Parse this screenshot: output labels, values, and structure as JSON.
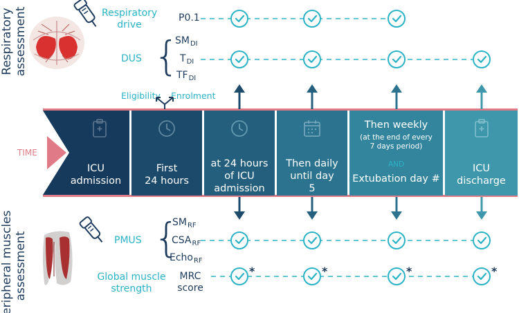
{
  "side_titles": {
    "respiratory": [
      "Respiratory",
      "assessment"
    ],
    "peripheral": [
      "Peripheral muscles",
      "assessment"
    ]
  },
  "time_label": "TIME",
  "eligibility_label": "Eligibility",
  "enrolment_label": "Enrolment",
  "respiratory": {
    "drive_label": [
      "Respiratory",
      "drive"
    ],
    "drive_param": "P0.1",
    "dus_label": "DUS",
    "dus_params": [
      {
        "main": "SM",
        "sub": "DI"
      },
      {
        "main": "T",
        "sub": "DI"
      },
      {
        "main": "TF",
        "sub": "DI"
      }
    ]
  },
  "peripheral": {
    "pmus_label": "PMUS",
    "pmus_params": [
      {
        "main": "SM",
        "sub": "RF"
      },
      {
        "main": "CSA",
        "sub": "RF"
      },
      {
        "main": "Echo",
        "sub": "RF"
      }
    ],
    "strength_label": [
      "Global muscle",
      "strength"
    ],
    "strength_param": [
      "MRC",
      "score"
    ]
  },
  "timeline": [
    {
      "lines": [
        "ICU",
        "admission"
      ],
      "icon": "clipboard-icon"
    },
    {
      "lines": [
        "First",
        "24 hours"
      ],
      "icon": "clock-icon"
    },
    {
      "lines": [
        "at 24 hours",
        "of ICU",
        "admission"
      ],
      "icon": "clock-icon"
    },
    {
      "lines": [
        "Then daily",
        "until day",
        "5"
      ],
      "icon": "calendar-icon"
    },
    {
      "lines": [
        "Then weekly"
      ],
      "small": [
        "(at the end of every",
        "7 days period)"
      ],
      "and": "AND",
      "extra": "Extubation day #",
      "icon": ""
    },
    {
      "lines": [
        "ICU",
        "discharge"
      ],
      "icon": "clipboard-icon"
    }
  ],
  "asterisk": "*",
  "colors": {
    "navy": "#1c3a5c",
    "teal": "#2ab3c6",
    "pink": "#e07a86",
    "box1": "#153a5c",
    "box2": "#1c4a6b",
    "box3": "#24607e",
    "box4": "#2b738f",
    "box5": "#33859d",
    "box6": "#3e97ab"
  }
}
